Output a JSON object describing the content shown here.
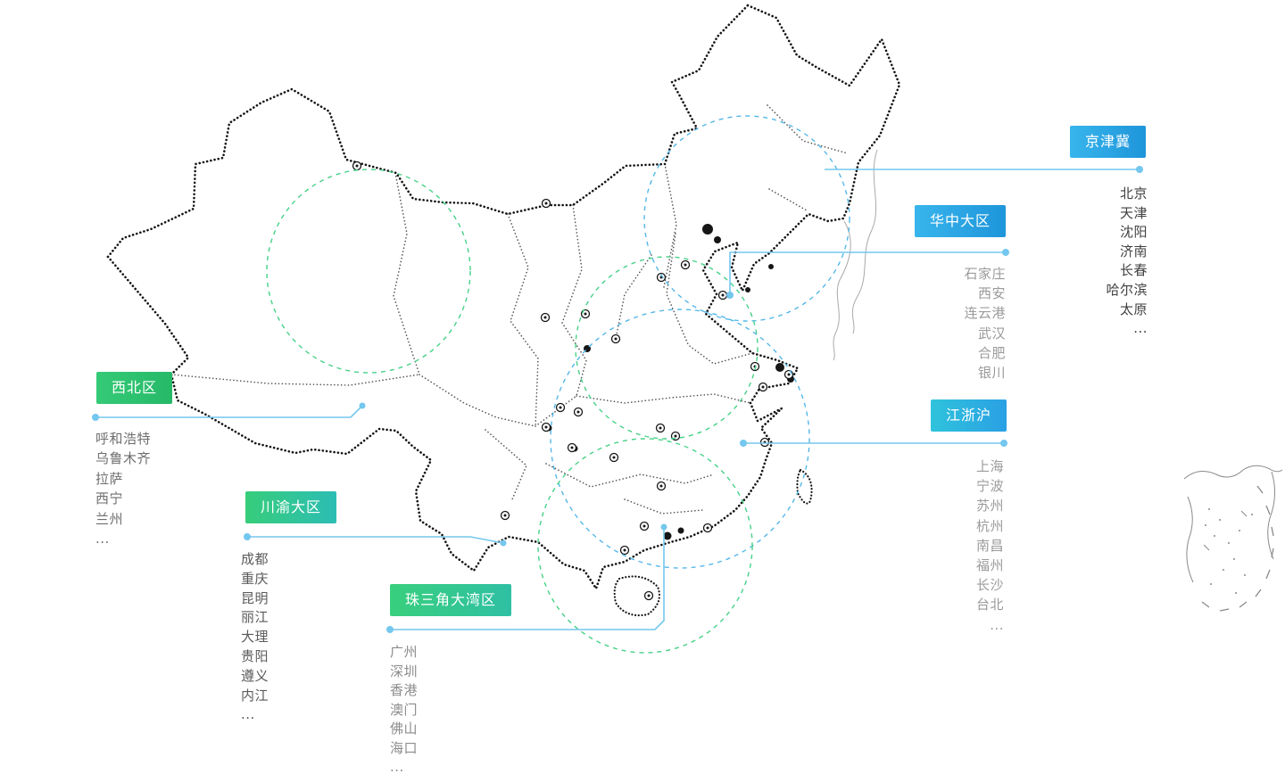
{
  "page": {
    "background": "#ffffff"
  },
  "regions": [
    {
      "id": "jingjinji",
      "label": "京津冀",
      "label_gradient": [
        "#38b5ec",
        "#1e95da"
      ],
      "list_color": "#3f3f3f",
      "cities": [
        "北京",
        "天津",
        "沈阳",
        "济南",
        "长春",
        "哈尔滨",
        "太原",
        "..."
      ]
    },
    {
      "id": "huazhong",
      "label": "华中大区",
      "label_gradient": [
        "#38b5ec",
        "#1e95da"
      ],
      "list_color": "#9b9b9b",
      "cities": [
        "石家庄",
        "西安",
        "连云港",
        "武汉",
        "合肥",
        "银川"
      ]
    },
    {
      "id": "jiangzhehu",
      "label": "江浙沪",
      "label_gradient": [
        "#2fc3dc",
        "#2aa0e4"
      ],
      "list_color": "#9b9b9b",
      "cities": [
        "上海",
        "宁波",
        "苏州",
        "杭州",
        "南昌",
        "福州",
        "长沙",
        "台北",
        "..."
      ]
    },
    {
      "id": "xibei",
      "label": "西北区",
      "label_gradient": [
        "#35ca77",
        "#25b968"
      ],
      "list_color": "#6e6e6e",
      "cities": [
        "呼和浩特",
        "乌鲁木齐",
        "拉萨",
        "西宁",
        "兰州",
        "..."
      ]
    },
    {
      "id": "chuanyu",
      "label": "川渝大区",
      "label_gradient": [
        "#37cd7b",
        "#2cbdb4"
      ],
      "list_color": "#5a5a5a",
      "cities": [
        "成都",
        "重庆",
        "昆明",
        "丽江",
        "大理",
        "贵阳",
        "遵义",
        "内江",
        "..."
      ]
    },
    {
      "id": "zhusanjiao",
      "label": "珠三角大湾区",
      "label_gradient": [
        "#38cf7d",
        "#2fc0a4"
      ],
      "list_color": "#8c8c8c",
      "cities": [
        "广州",
        "深圳",
        "香港",
        "澳门",
        "佛山",
        "海口",
        "..."
      ]
    }
  ],
  "map": {
    "outline_color": "#141414",
    "province_color": "#2b2b2b",
    "circle_colors": {
      "blue": "#55b7e9",
      "green": "#47d187"
    },
    "connector_color": "#74c7ee",
    "inset_color": "#8a8a8a"
  }
}
